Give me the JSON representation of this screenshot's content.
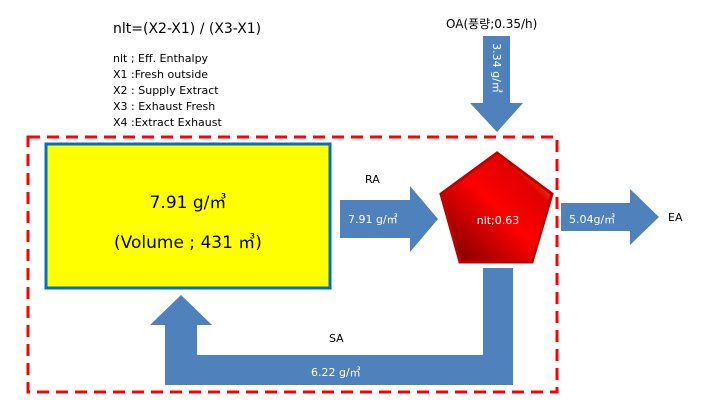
{
  "formula": "nlt=(X2-X1) / (X3-X1)",
  "legend": [
    "nlt ; Eff. Enthalpy",
    "X1 :Fresh outside",
    "X2 : Supply Extract",
    "X3 : Exhaust Fresh",
    "X4 :Extract Exhaust"
  ],
  "room": {
    "concentration": "7.91 g/㎥",
    "volume": "(Volume ; 431 ㎥)"
  },
  "oa": {
    "label": "OA(풍량;0.35/h)",
    "value": "3.34 g/㎥"
  },
  "ra": {
    "label": "RA",
    "value": "7.91 g/㎥"
  },
  "exchanger": {
    "label": "nlt;0.63"
  },
  "ea": {
    "label": "EA",
    "value": "5.04g/㎥"
  },
  "sa": {
    "label": "SA",
    "value": "6.22 g/㎥"
  },
  "colors": {
    "arrow": "#4f81bd",
    "boundary": "#ff0000",
    "room_fill": "#ffff00",
    "room_border": "#0070c0"
  }
}
